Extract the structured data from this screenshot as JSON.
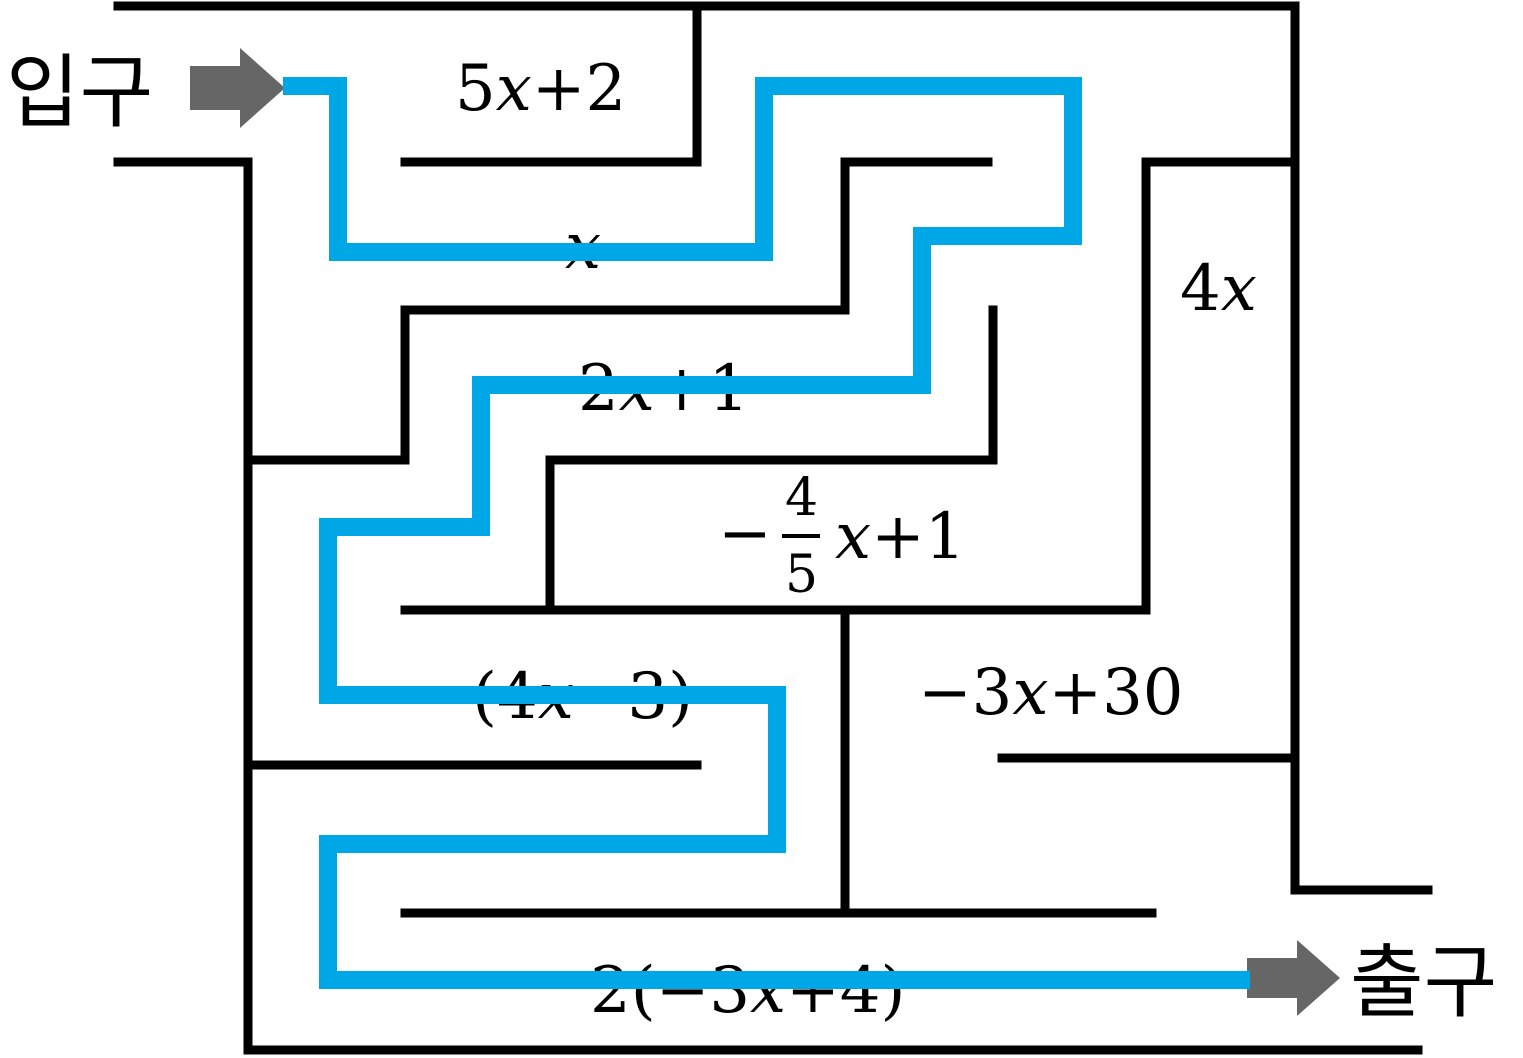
{
  "entrance_label": "입구",
  "exit_label": "출구",
  "colors": {
    "wall": "#000000",
    "path": "#00a7e6",
    "arrow": "#666666"
  },
  "expressions": {
    "e1": {
      "pre": "5",
      "var": "x",
      "post": "+2"
    },
    "e2": {
      "var": "x"
    },
    "e3": {
      "pre": "4",
      "var": "x"
    },
    "e4": {
      "pre": "2",
      "var": "x",
      "post": "+1"
    },
    "e5": {
      "sign": "−",
      "numerator": "4",
      "denominator": "5",
      "var": "x",
      "post": "+1"
    },
    "e6": {
      "pre": "(4",
      "var": "x",
      "post": "−3)"
    },
    "e7": {
      "pre": "−3",
      "var": "x",
      "post": "+30"
    },
    "e8": {
      "pre": "2(−3",
      "var": "x",
      "post": "+4)"
    }
  }
}
